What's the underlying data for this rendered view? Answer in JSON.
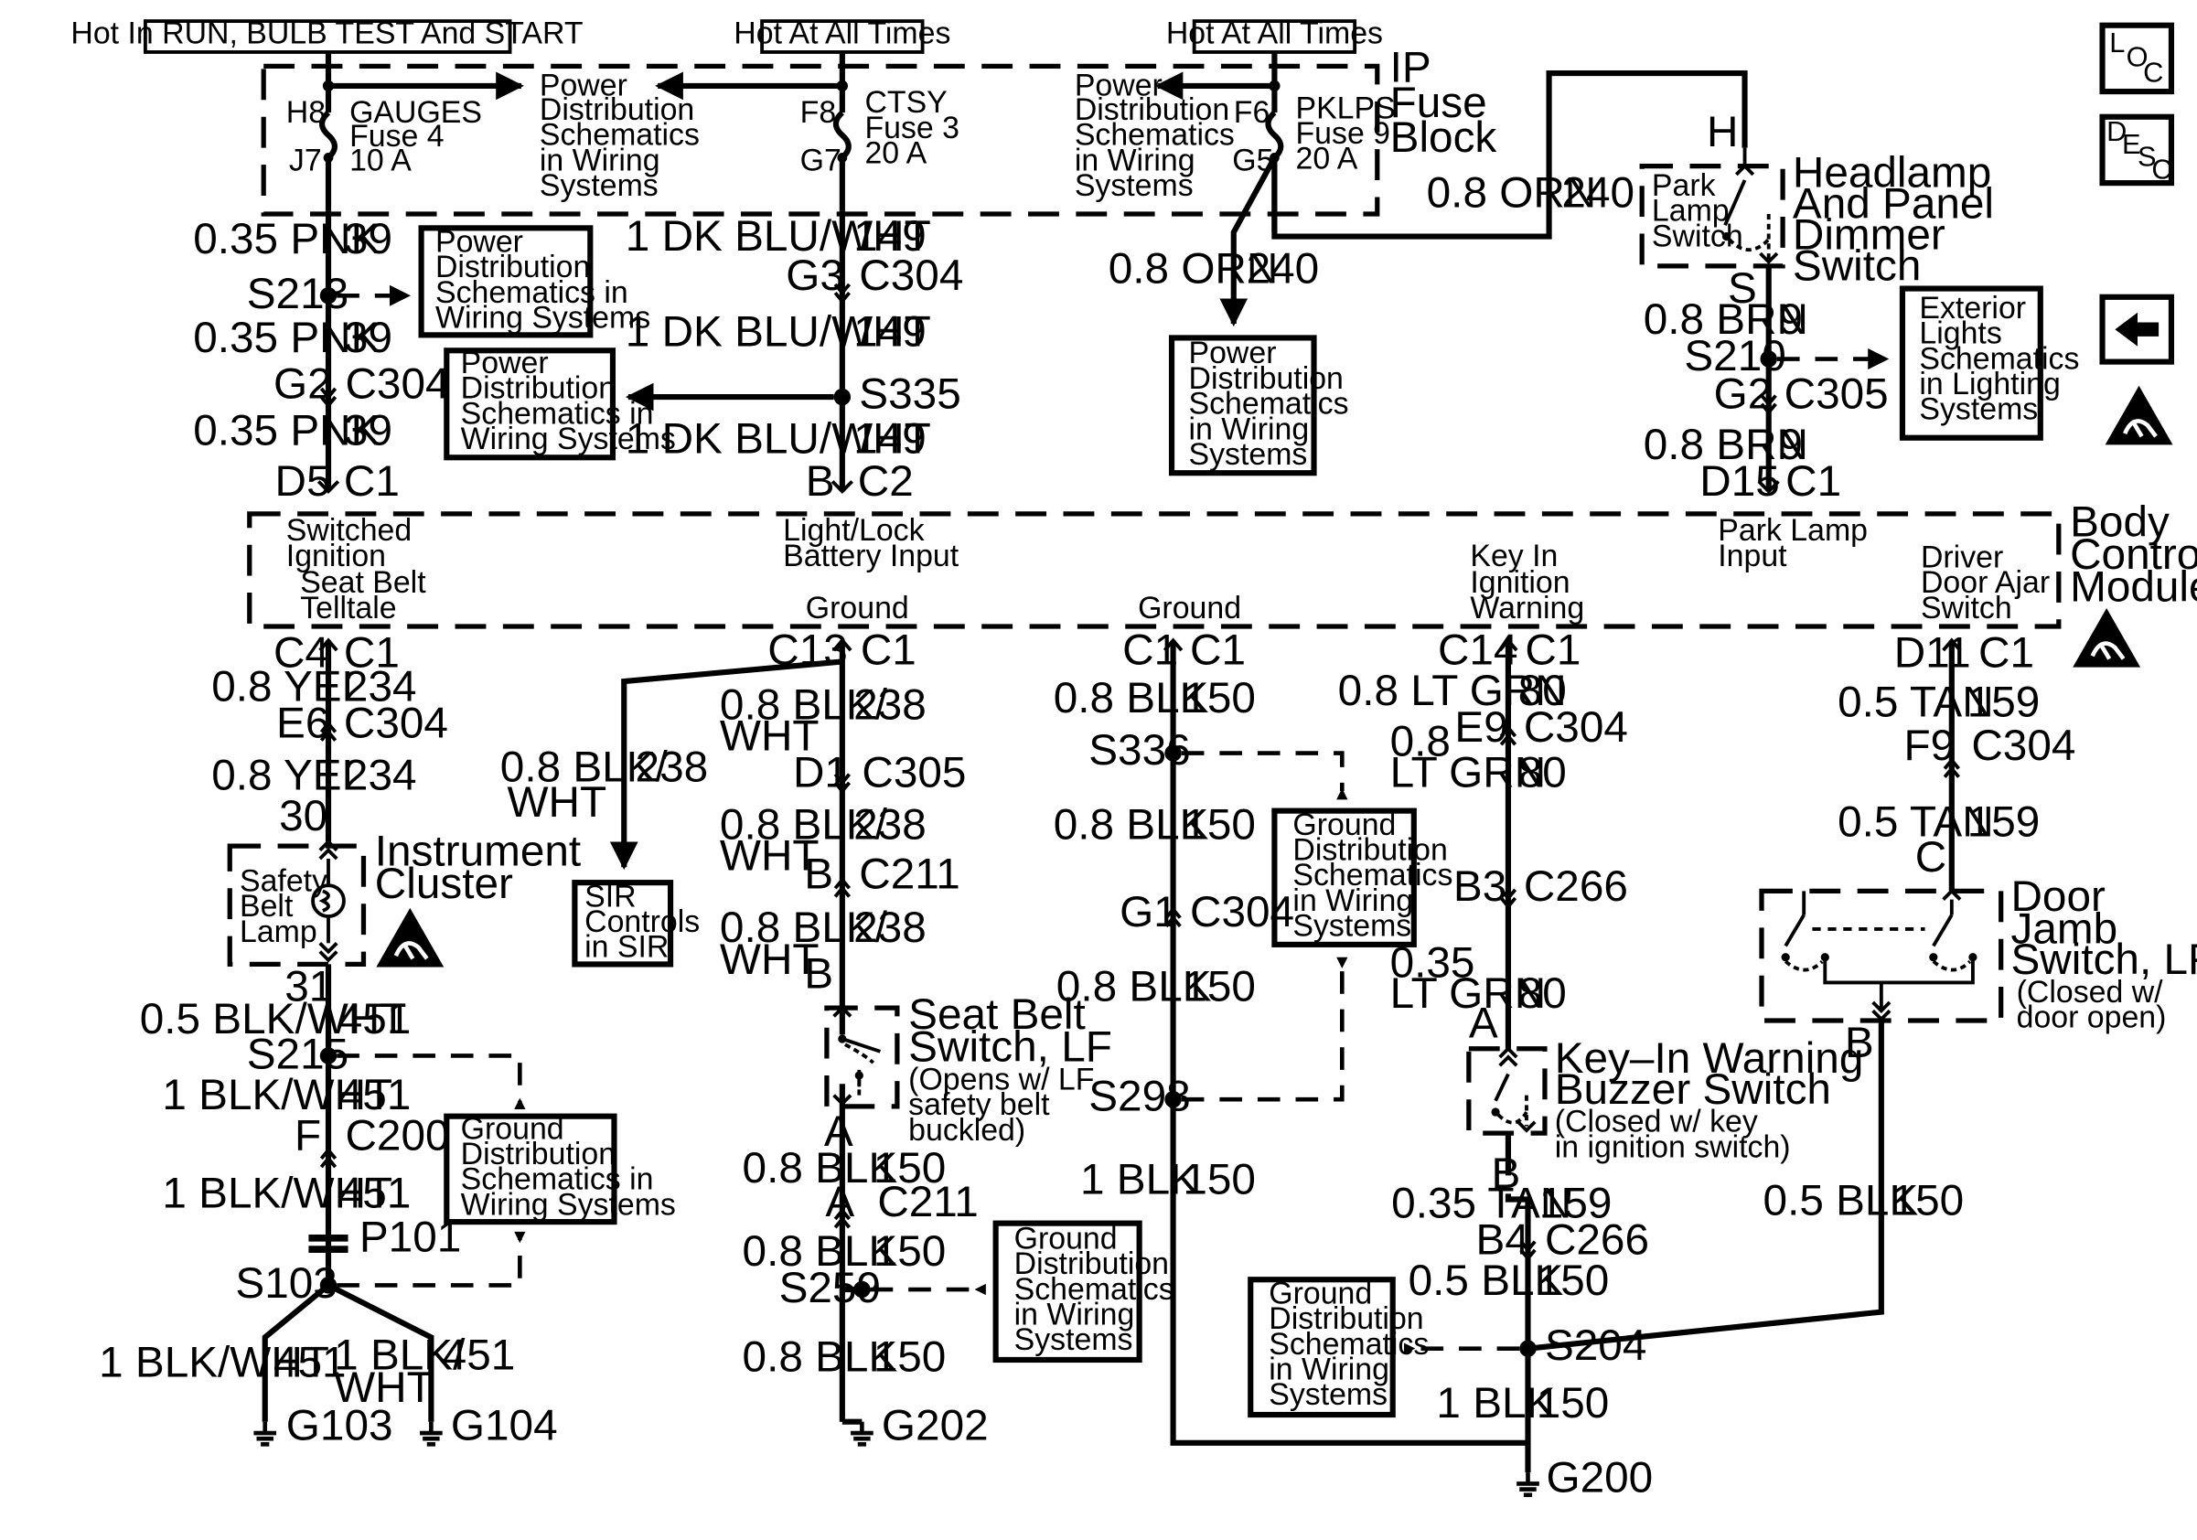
{
  "power_sources": {
    "run_bulb_start": "Hot In RUN, BULB TEST And START",
    "hot_all_times_1": "Hot At All Times",
    "hot_all_times_2": "Hot At All Times"
  },
  "ip_fuse_block": {
    "title_line1": "IP",
    "title_line2": "Fuse",
    "title_line3": "Block"
  },
  "fuses": [
    {
      "in_pin": "H8",
      "out_pin": "J7",
      "name": "GAUGES",
      "fuse": "Fuse 4",
      "rating": "10 A"
    },
    {
      "in_pin": "F8",
      "out_pin": "G7",
      "name": "CTSY",
      "fuse": "Fuse 3",
      "rating": "20 A"
    },
    {
      "in_pin": "F6",
      "out_pin": "G5",
      "name": "PKLPS",
      "fuse": "Fuse 9",
      "rating": "20 A"
    }
  ],
  "ref_power_dist": [
    "Power",
    "Distribution",
    "Schematics",
    "in Wiring",
    "Systems"
  ],
  "ref_power_dist_b": [
    "Power",
    "Distribution",
    "Schematics in",
    "Wiring Systems"
  ],
  "ref_ground_dist": [
    "Ground",
    "Distribution",
    "Schematics in",
    "Wiring Systems"
  ],
  "ref_ground_dist_b": [
    "Ground",
    "Distribution",
    "Schematics",
    "in Wiring",
    "Systems"
  ],
  "ref_sir": [
    "SIR",
    "Controls",
    "in SIR"
  ],
  "ref_exterior": [
    "Exterior",
    "Lights",
    "Schematics",
    "in Lighting",
    "Systems"
  ],
  "circuit_a": {
    "w1": "0.35 PNK",
    "c1": "39",
    "splice": "S213",
    "w2": "0.35 PNK",
    "c2": "39",
    "conn1_pin": "G2",
    "conn1": "C304",
    "w3": "0.35 PNK",
    "c3": "39",
    "bcm_pin": "D5",
    "bcm_conn": "C1"
  },
  "circuit_b": {
    "w1": "1 DK BLU/WHT",
    "c1": "149",
    "conn1_pin": "G3",
    "conn1": "C304",
    "w2": "1 DK BLU/WHT",
    "c2": "149",
    "splice": "S335",
    "w3": "1 DK BLU/WHT",
    "c3": "149",
    "bcm_pin": "B",
    "bcm_conn": "C2"
  },
  "circuit_c": {
    "w1": "0.8 ORN",
    "c1": "240"
  },
  "headlamp_switch": {
    "pin_in": "H",
    "w_in": "0.8 ORN",
    "c_in": "240",
    "title_line1": "Headlamp",
    "title_line2": "And Panel",
    "title_line3": "Dimmer",
    "title_line4": "Switch",
    "inner_line1": "Park",
    "inner_line2": "Lamp",
    "inner_line3": "Switch",
    "pin_out": "S",
    "w1": "0.8 BRN",
    "c1": "9",
    "splice": "S210",
    "conn1_pin": "G2",
    "conn1": "C305",
    "w2": "0.8 BRN",
    "c2": "9",
    "bcm_pin": "D15",
    "bcm_conn": "C1"
  },
  "bcm": {
    "title_line1": "Body",
    "title_line2": "Control",
    "title_line3": "Module",
    "label_switched_1": "Switched",
    "label_switched_2": "Ignition",
    "label_seatbelt_1": "Seat Belt",
    "label_seatbelt_2": "Telltale",
    "label_lightlock_1": "Light/Lock",
    "label_lightlock_2": "Battery Input",
    "label_ground_1": "Ground",
    "label_ground_2": "Ground",
    "label_keyin_1": "Key In",
    "label_keyin_2": "Ignition",
    "label_keyin_3": "Warning",
    "label_park_1": "Park Lamp",
    "label_park_2": "Input",
    "label_driver_1": "Driver",
    "label_driver_2": "Door Ajar",
    "label_driver_3": "Switch"
  },
  "circuit_seatbelt_telltale": {
    "bcm_pin": "C4",
    "bcm_conn": "C1",
    "w1": "0.8 YEL",
    "c1": "234",
    "conn1_pin": "E6",
    "conn1": "C304",
    "w2": "0.8 YEL",
    "c2": "234",
    "pin_ic": "30",
    "ic_title_line1": "Instrument",
    "ic_title_line2": "Cluster",
    "lamp_line1": "Safety",
    "lamp_line2": "Belt",
    "lamp_line3": "Lamp",
    "pin_out": "31",
    "w3": "0.5 BLK/WHT",
    "c3": "451",
    "splice1": "S215",
    "w4": "1 BLK/WHT",
    "c4": "451",
    "conn2_pin": "F",
    "conn2": "C200",
    "w5": "1 BLK/WHT",
    "c5": "451",
    "p101": "P101",
    "splice2": "S103",
    "w6": "1 BLK/WHT",
    "c6": "451",
    "w7a": "1 BLK/",
    "w7b": "WHT",
    "c7": "451",
    "g1": "G103",
    "g2": "G104"
  },
  "circuit_seatbelt_switch": {
    "bcm_pin": "C13",
    "bcm_conn": "C1",
    "w1a": "0.8 BLK/",
    "w1b": "WHT",
    "c1": "238",
    "sir_wa": "0.8 BLK/",
    "sir_wb": "WHT",
    "sir_c": "238",
    "conn1_pin": "D1",
    "conn1": "C305",
    "w2a": "0.8 BLK/",
    "w2b": "WHT",
    "c2": "238",
    "conn2_pin": "B",
    "conn2": "C211",
    "w3a": "0.8 BLK/",
    "w3b": "WHT",
    "c3": "238",
    "pin_in": "B",
    "sw_title_line1": "Seat Belt",
    "sw_title_line2": "Switch, LF",
    "sw_note_line1": "(Opens w/ LF",
    "sw_note_line2": "safety belt",
    "sw_note_line3": "buckled)",
    "pin_out": "A",
    "w4": "0.8 BLK",
    "c4": "150",
    "conn3_pin": "A",
    "conn3": "C211",
    "w5": "0.8 BLK",
    "c5": "150",
    "splice": "S259",
    "w6": "0.8 BLK",
    "c6": "150",
    "ground": "G202"
  },
  "circuit_ground": {
    "bcm_pin": "C1",
    "bcm_conn": "C1",
    "w1": "0.8 BLK",
    "c1": "150",
    "splice1": "S336",
    "w2": "0.8 BLK",
    "c2": "150",
    "conn_pin": "G1",
    "conn": "C304",
    "w3": "0.8 BLK",
    "c3": "150",
    "splice2": "S298",
    "w4": "1 BLK",
    "c4": "150"
  },
  "circuit_keyin": {
    "bcm_pin": "C14",
    "bcm_conn": "C1",
    "w1": "0.8 LT GRN",
    "c1": "80",
    "conn1_pin": "E9",
    "conn1": "C304",
    "w2a": "0.8",
    "w2b": "LT GRN",
    "c2": "80",
    "conn2_pin": "B3",
    "conn2": "C266",
    "w3a": "0.35",
    "w3b": "LT GRN",
    "c3": "80",
    "pin_in": "A",
    "sw_title_line1": "Key–In Warning",
    "sw_title_line2": "Buzzer Switch",
    "sw_note_line1": "(Closed w/ key",
    "sw_note_line2": "in ignition switch)",
    "pin_out": "B",
    "w4": "0.35 TAN",
    "c4": "159",
    "conn3_pin": "B4",
    "conn3": "C266",
    "w5": "0.5 BLK",
    "c5": "150",
    "splice": "S204",
    "w6": "1 BLK",
    "c6": "150",
    "ground": "G200"
  },
  "circuit_door": {
    "bcm_pin": "D11",
    "bcm_conn": "C1",
    "w1": "0.5 TAN",
    "c1": "159",
    "conn1_pin": "F9",
    "conn1": "C304",
    "w2": "0.5 TAN",
    "c2": "159",
    "pin_in": "C",
    "sw_title_line1": "Door",
    "sw_title_line2": "Jamb",
    "sw_title_line3": "Switch, LF",
    "sw_note_line1": "(Closed w/",
    "sw_note_line2": "door open)",
    "pin_out": "B",
    "w3": "0.5 BLK",
    "c3": "150"
  },
  "side_icons": {
    "loc": [
      "L",
      "O",
      "C"
    ],
    "desc": [
      "D",
      "E",
      "S",
      "C"
    ]
  },
  "icon_names": [
    "loc-icon",
    "desc-icon",
    "back-arrow-icon",
    "esd-warning-icon",
    "fuse-icon",
    "ground-icon",
    "lamp-icon",
    "switch-icon",
    "splice-icon",
    "connector-icon"
  ]
}
